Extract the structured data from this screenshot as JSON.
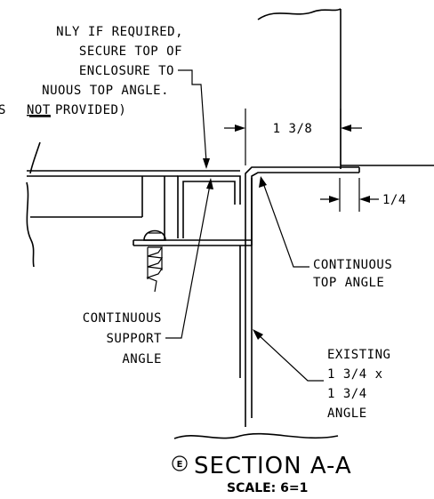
{
  "notes": {
    "top_note": {
      "lines": [
        "NLY IF REQUIRED,",
        "SECURE TOP OF",
        "ENCLOSURE TO",
        "NUOUS TOP ANGLE.",
        "S",
        "NOT",
        "PROVIDED)"
      ]
    },
    "continuous_top_angle": {
      "lines": [
        "CONTINUOUS",
        "TOP ANGLE"
      ]
    },
    "continuous_support_angle": {
      "lines": [
        "CONTINUOUS",
        "SUPPORT",
        "ANGLE"
      ]
    },
    "existing_angle": {
      "lines": [
        "EXISTING",
        "1 3/4 x",
        "1 3/4",
        "ANGLE"
      ]
    }
  },
  "dimensions": {
    "gap": "1 3/8",
    "thickness": "1/4"
  },
  "title": {
    "symbol": "E",
    "text": "SECTION A-A",
    "scale": "SCALE: 6=1"
  }
}
